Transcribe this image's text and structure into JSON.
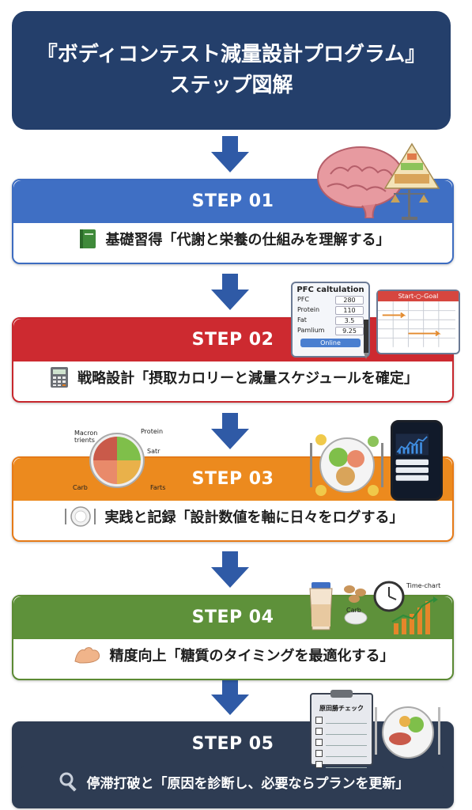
{
  "title": {
    "line1": "『ボディコンテスト減量設計プログラム』",
    "line2": "ステップ図解"
  },
  "steps": [
    {
      "label": "STEP 01",
      "text": "基礎習得「代謝と栄養の仕組みを理解する」",
      "icon": "book-icon",
      "color": "#3f6fc4"
    },
    {
      "label": "STEP 02",
      "text": "戦略設計「摂取カロリーと減量スケジュールを確定」",
      "icon": "calculator-icon",
      "color": "#cd2a30"
    },
    {
      "label": "STEP 03",
      "text": "実践と記録「設計数値を軸に日々をログする」",
      "icon": "plate-icon",
      "color": "#ec8a1e"
    },
    {
      "label": "STEP 04",
      "text": "精度向上「糖質のタイミングを最適化する」",
      "icon": "muscle-arm-icon",
      "color": "#5e913a"
    },
    {
      "label": "STEP 05",
      "text": "停滞打破と「原因を診断し、必要ならプランを更新」",
      "icon": "magnifier-icon",
      "color": "#2e3c53"
    }
  ],
  "pfc_card": {
    "title": "PFC caltulation",
    "rows": [
      {
        "label": "PFC",
        "value": "280"
      },
      {
        "label": "Protein",
        "value": "110"
      },
      {
        "label": "Fat",
        "value": "3.5"
      },
      {
        "label": "Pamlium",
        "value": "9.25"
      }
    ],
    "button": "Online"
  },
  "schedule_card": {
    "title": "Start-○-Goal"
  },
  "plate_labels": {
    "macro": "Macron trients",
    "protein": "Protein",
    "satr": "Satr",
    "carb": "Carb",
    "farts": "Farts"
  },
  "step04_labels": {
    "carb": "Carb",
    "timechart": "Time-chart"
  },
  "clipboard": {
    "title": "原田勝チェック"
  }
}
